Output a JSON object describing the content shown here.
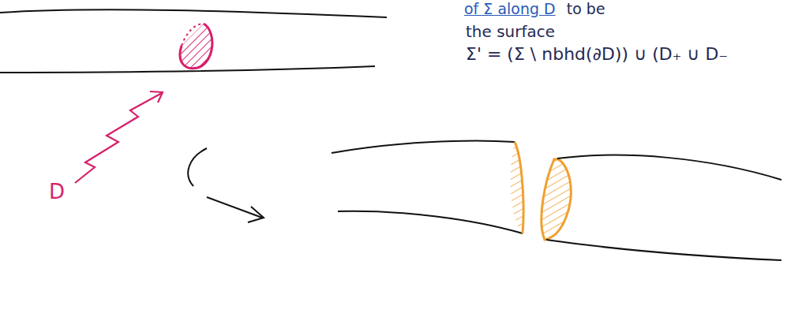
{
  "diagram": {
    "labels": [
      "of Σ along D",
      "to be",
      "the surface",
      "Σ' = (Σ \\ nbhd(∂D)) ∪ (D₊ ∪ D₋",
      "D"
    ]
  }
}
